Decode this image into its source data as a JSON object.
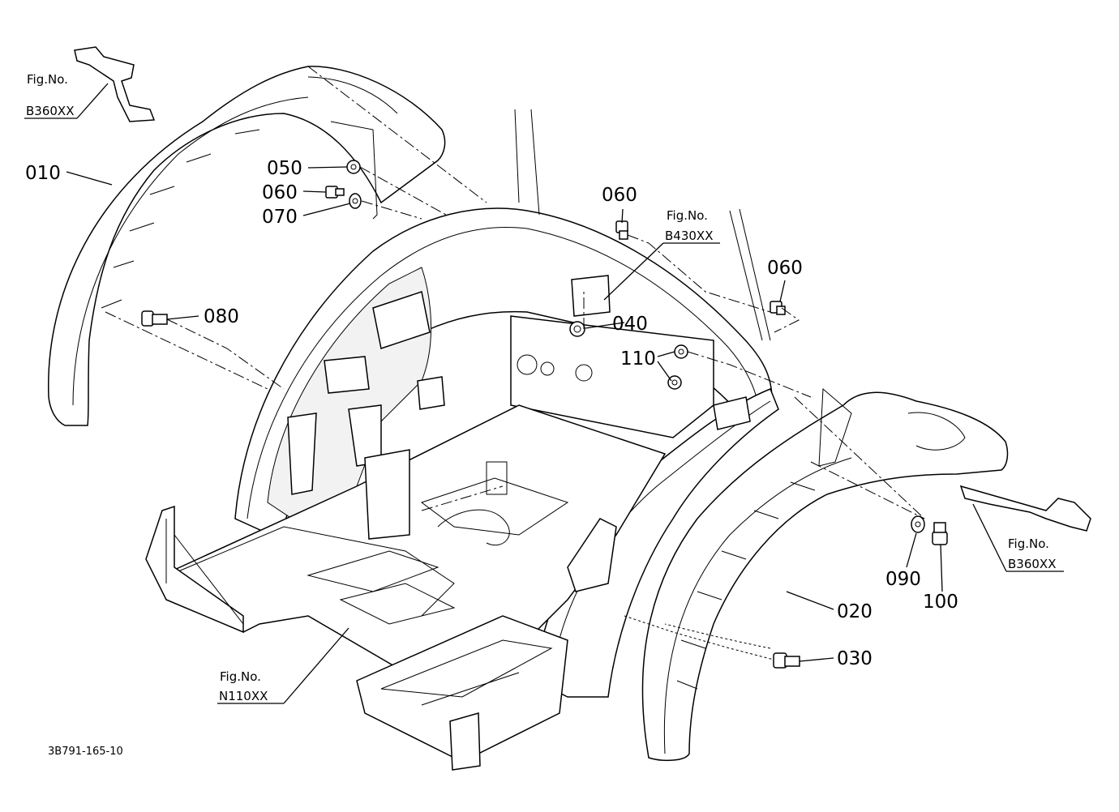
{
  "part_numbers": {
    "p010": "010",
    "p020": "020",
    "p030": "030",
    "p040": "040",
    "p050": "050",
    "p060a": "060",
    "p060b": "060",
    "p060c": "060",
    "p070": "070",
    "p080": "080",
    "p090": "090",
    "p100": "100",
    "p110": "110"
  },
  "figure_refs": [
    {
      "title": "Fig.No.",
      "code": "B360XX"
    },
    {
      "title": "Fig.No.",
      "code": "B430XX"
    },
    {
      "title": "Fig.No.",
      "code": "B360XX"
    },
    {
      "title": "Fig.No.",
      "code": "N110XX"
    }
  ],
  "drawing_code": "3B791-165-10"
}
